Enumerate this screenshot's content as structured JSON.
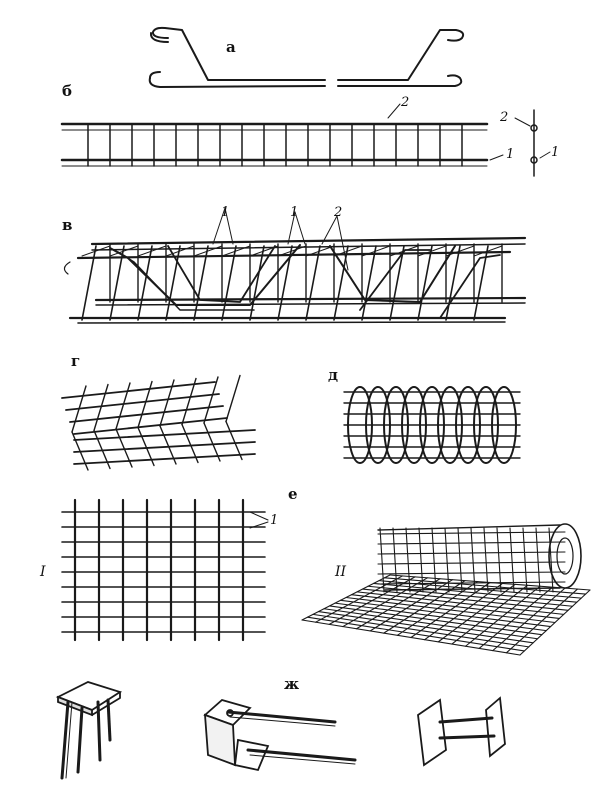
{
  "labels": {
    "a": "а",
    "b": "б",
    "v": "в",
    "g": "г",
    "d": "д",
    "e": "е",
    "zh": "ж"
  },
  "callouts": {
    "b_top": "2",
    "b_side_top": "2",
    "b_side_bottom": "1",
    "b_right_bottom": "1",
    "v_1a": "1",
    "v_1b": "1",
    "v_2": "2",
    "e_1": "1"
  },
  "roman": {
    "e_I": "I",
    "e_II": "II"
  }
}
